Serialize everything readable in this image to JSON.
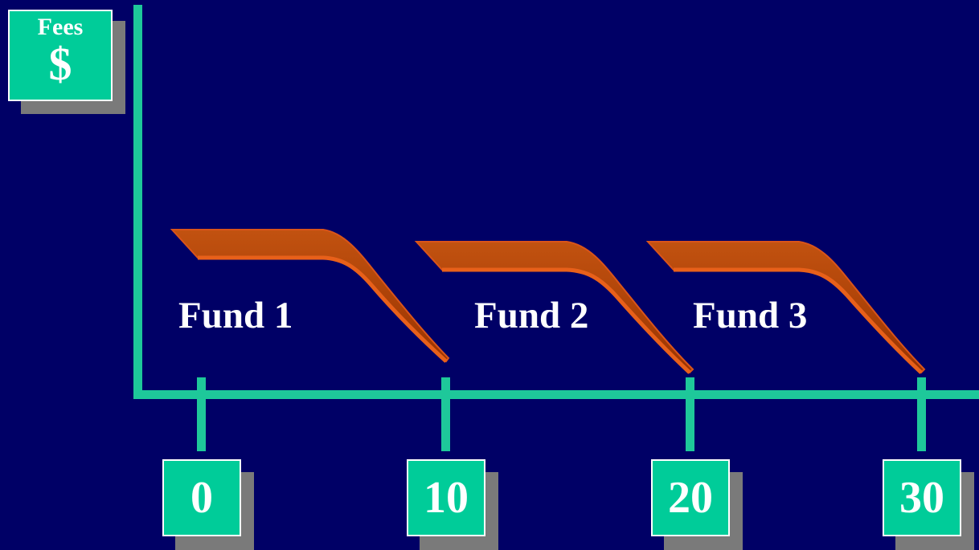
{
  "y_axis": {
    "label": "Fees",
    "symbol": "$"
  },
  "x_axis": {
    "ticks": [
      "0",
      "10",
      "20",
      "30"
    ]
  },
  "funds": [
    {
      "label": "Fund 1"
    },
    {
      "label": "Fund 2"
    },
    {
      "label": "Fund 3"
    }
  ],
  "colors": {
    "background": "#000066",
    "axis": "#1ec89a",
    "box": "#00cc99",
    "ribbon_top": "#a33d00",
    "ribbon_edge": "#e8601a"
  }
}
